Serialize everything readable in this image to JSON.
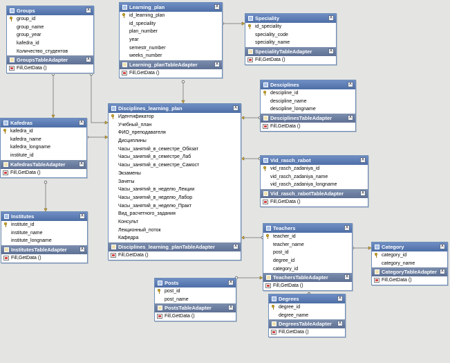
{
  "tables": [
    {
      "id": "groups",
      "name": "Groups",
      "columns": [
        "group_id",
        "group_name",
        "group_year",
        "kafedra_id",
        "Количество_студентов"
      ],
      "key_index": 0,
      "adapter": "GroupsTableAdapter",
      "methods": "Fill,GetData ()"
    },
    {
      "id": "learning_plan",
      "name": "Learning_plan",
      "columns": [
        "id_learning_plan",
        "id_speciality",
        "plan_number",
        "year",
        "semestr_number",
        "weeks_number"
      ],
      "key_index": 0,
      "adapter": "Learning_planTableAdapter",
      "methods": "Fill,GetData ()"
    },
    {
      "id": "speciality",
      "name": "Speciality",
      "columns": [
        "id_speciality",
        "speciality_code",
        "speciality_name"
      ],
      "key_index": 0,
      "adapter": "SpecialityTableAdapter",
      "methods": "Fill,GetData ()"
    },
    {
      "id": "desciplines",
      "name": "Desciplines",
      "columns": [
        "descipline_id",
        "descipline_name",
        "descipline_longname"
      ],
      "key_index": 0,
      "adapter": "DesciplinesTableAdapter",
      "methods": "Fill,GetData ()"
    },
    {
      "id": "kafedras",
      "name": "Kafedras",
      "columns": [
        "kafedra_id",
        "kafedra_name",
        "kafedra_longname",
        "institute_id"
      ],
      "key_index": 0,
      "adapter": "KafedrasTableAdapter",
      "methods": "Fill,GetData ()"
    },
    {
      "id": "dlp",
      "name": "Disciplines_learning_plan",
      "columns": [
        "Идентификатор",
        "Учебный_план",
        "ФИО_преподавателя",
        "Дисциплины",
        "Часы_занятий_в_семестре_Обязат",
        "Часы_занятий_в_семестре_Лаб",
        "Часы_занятий_в_семестре_Самост",
        "Экзамены",
        "Зачеты",
        "Часы_занятий_в_неделю_Лекции",
        "Часы_занятий_в_неделю_Лабор",
        "Часы_занятий_в_неделю_Практ",
        "Вид_расчетного_задания",
        "Консульт",
        "Лекционный_поток",
        "Кафедра"
      ],
      "key_index": 0,
      "adapter": "Disciplines_learning_planTableAdapter",
      "methods": "Fill,GetData ()"
    },
    {
      "id": "vrr",
      "name": "Vid_rasch_rabot",
      "columns": [
        "vid_rasch_zadaniya_id",
        "vid_rasch_zadaniya_name",
        "vid_rasch_zadaniya_longname"
      ],
      "key_index": 0,
      "adapter": "Vid_rasch_rabotTableAdapter",
      "methods": "Fill,GetData ()"
    },
    {
      "id": "institutes",
      "name": "Institutes",
      "columns": [
        "institute_id",
        "institute_name",
        "institute_longname"
      ],
      "key_index": 0,
      "adapter": "InstitutesTableAdapter",
      "methods": "Fill,GetData ()"
    },
    {
      "id": "teachers",
      "name": "Teachers",
      "columns": [
        "teacher_id",
        "teacher_name",
        "post_id",
        "degree_id",
        "category_id"
      ],
      "key_index": 0,
      "adapter": "TeachersTableAdapter",
      "methods": "Fill,GetData ()"
    },
    {
      "id": "category",
      "name": "Category",
      "columns": [
        "category_id",
        "category_name"
      ],
      "key_index": 0,
      "adapter": "CategoryTableAdapter",
      "methods": "Fill,GetData ()"
    },
    {
      "id": "posts",
      "name": "Posts",
      "columns": [
        "post_id",
        "post_name"
      ],
      "key_index": 0,
      "adapter": "PostsTableAdapter",
      "methods": "Fill,GetData ()"
    },
    {
      "id": "degrees",
      "name": "Degrees",
      "columns": [
        "degree_id",
        "degree_name"
      ],
      "key_index": 0,
      "adapter": "DegreesTableAdapter",
      "methods": "Fill,GetData ()"
    }
  ],
  "relations": [
    {
      "from": "groups",
      "to": "kafedras"
    },
    {
      "from": "groups",
      "to": "dlp"
    },
    {
      "from": "learning_plan",
      "to": "speciality"
    },
    {
      "from": "learning_plan",
      "to": "dlp"
    },
    {
      "from": "kafedras",
      "to": "dlp"
    },
    {
      "from": "kafedras",
      "to": "institutes"
    },
    {
      "from": "desciplines",
      "to": "dlp"
    },
    {
      "from": "vrr",
      "to": "dlp"
    },
    {
      "from": "teachers",
      "to": "dlp"
    },
    {
      "from": "teachers",
      "to": "category"
    },
    {
      "from": "posts",
      "to": "teachers"
    },
    {
      "from": "degrees",
      "to": "teachers"
    }
  ],
  "colors": {
    "header": "#5a7bb4",
    "adapter": "#6a7ca0",
    "key": "#e0b62c",
    "link": "#8a8a8a",
    "background": "#e4e5e2"
  }
}
